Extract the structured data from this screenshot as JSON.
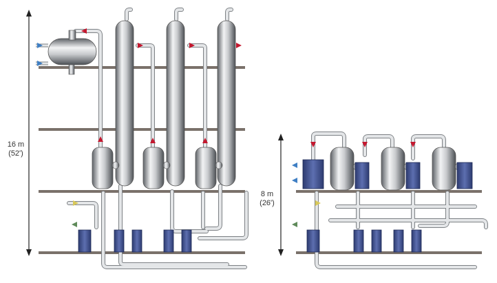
{
  "left_system": {
    "height_label": "16 m",
    "height_label_imperial": "(52')"
  },
  "right_system": {
    "height_label": "8 m",
    "height_label_imperial": "(26')"
  },
  "colors": {
    "pipe": "#d4d6d9",
    "pipe_outline": "#7d8185",
    "vessel_dark": "#5f6368",
    "vessel_light": "#f2f3f4",
    "plate_exchanger": "#3d4f8f",
    "floor": "#7a716a",
    "arrow_red": "#c4182f",
    "arrow_blue": "#3f7fc4",
    "arrow_yellow": "#d8c85a",
    "arrow_green": "#5f8a5a"
  }
}
